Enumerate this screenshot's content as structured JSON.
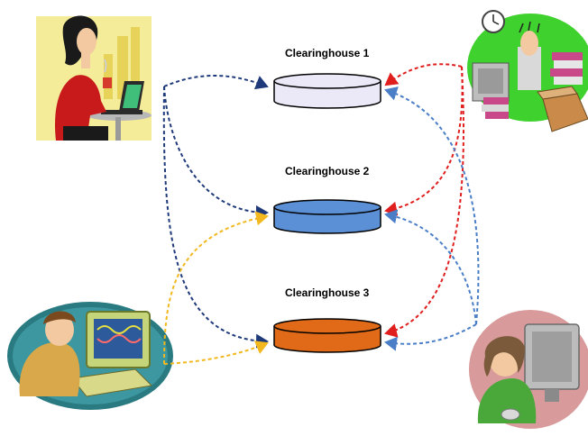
{
  "clearinghouses": [
    {
      "label": "Clearinghouse 1",
      "fill": "#ebe8f8"
    },
    {
      "label": "Clearinghouse 2",
      "fill": "#5b8fd6"
    },
    {
      "label": "Clearinghouse 3",
      "fill": "#e06a17"
    }
  ],
  "actors": [
    {
      "icon": "woman-with-laptop-icon"
    },
    {
      "icon": "busy-office-worker-icon"
    },
    {
      "icon": "scientist-at-computer-icon"
    },
    {
      "icon": "woman-at-computer-icon"
    }
  ],
  "connections": {
    "navy_color": "#1f3a7a",
    "red_color": "#e01e1e",
    "blue_color": "#4a7fc8",
    "yellow_color": "#f2b81e"
  }
}
